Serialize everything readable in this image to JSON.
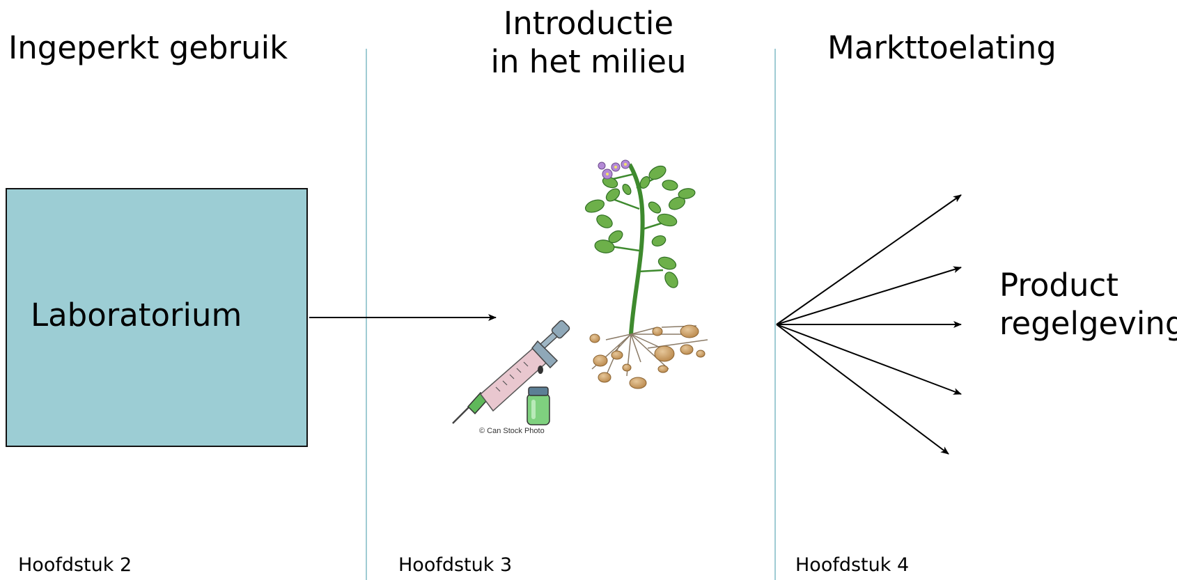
{
  "columns": {
    "contained_use": {
      "heading": "Ingeperkt gebruik",
      "chapter": "Hoofdstuk 2",
      "box_label": "Laboratorium",
      "box_color": "#9ccdd4"
    },
    "introduction": {
      "heading_line1": "Introductie",
      "heading_line2": "in het milieu",
      "chapter": "Hoofdstuk 3",
      "image_credit": "© Can Stock Photo"
    },
    "market": {
      "heading": "Markttoelating",
      "chapter": "Hoofdstuk 4",
      "result_line1": "Product",
      "result_line2": "regelgeving"
    }
  },
  "colors": {
    "divider": "#9fcbd3",
    "leaf": "#6db04a",
    "flower": "#b48ad6",
    "tuber": "#c79a5a",
    "syringe_barrel": "#e9c7cf",
    "syringe_steel": "#8fa8b8",
    "bottle": "#7fd17f"
  },
  "icons": [
    "syringe-icon",
    "vial-icon",
    "potato-plant-icon"
  ]
}
